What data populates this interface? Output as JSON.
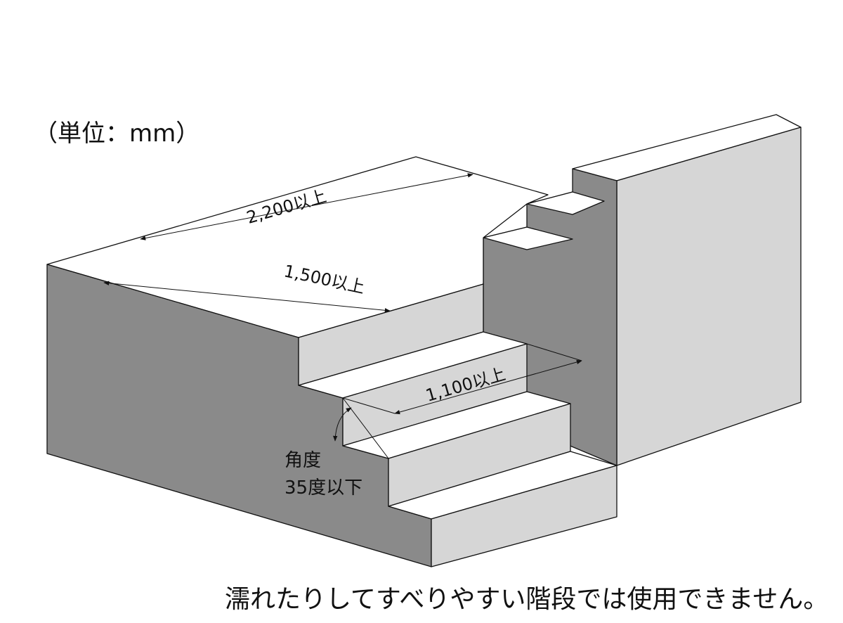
{
  "unit_label": "（単位：mm）",
  "dimensions": {
    "total_length": "2,200以上",
    "landing_length": "1,500以上",
    "stair_width": "1,100以上"
  },
  "angle_note": {
    "line1": "角度",
    "line2": "35度以下"
  },
  "caption": "濡れたりしてすべりやすい階段では使用できません。",
  "colors": {
    "top_surface": "#ffffff",
    "light_face": "#d6d6d6",
    "dark_face": "#8a8a8a",
    "line": "#111111"
  }
}
